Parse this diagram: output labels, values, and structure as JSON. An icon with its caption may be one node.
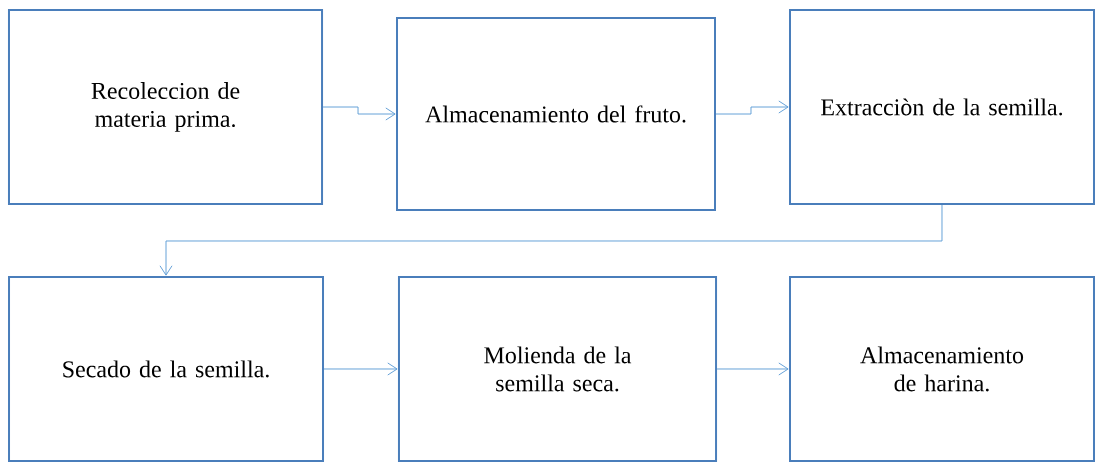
{
  "diagram": {
    "nodes": [
      {
        "text": [
          "Recoleccion de materia prima."
        ]
      },
      {
        "text": [
          "Almacenamiento del fruto."
        ]
      },
      {
        "text": [
          "Extracciòn de la semilla."
        ]
      },
      {
        "text": [
          "Secado de la semilla."
        ]
      },
      {
        "text": [
          "Molienda de la semilla seca."
        ]
      },
      {
        "text": [
          "Almacenamiento de harina."
        ]
      }
    ],
    "edges": [
      {
        "from": 0,
        "to": 1,
        "arrow": "to"
      },
      {
        "from": 1,
        "to": 2,
        "arrow": "to"
      },
      {
        "from": 2,
        "to": 3,
        "arrow": "to"
      },
      {
        "from": 3,
        "to": 4,
        "arrow": "to"
      },
      {
        "from": 4,
        "to": 5,
        "arrow": "to"
      }
    ]
  }
}
